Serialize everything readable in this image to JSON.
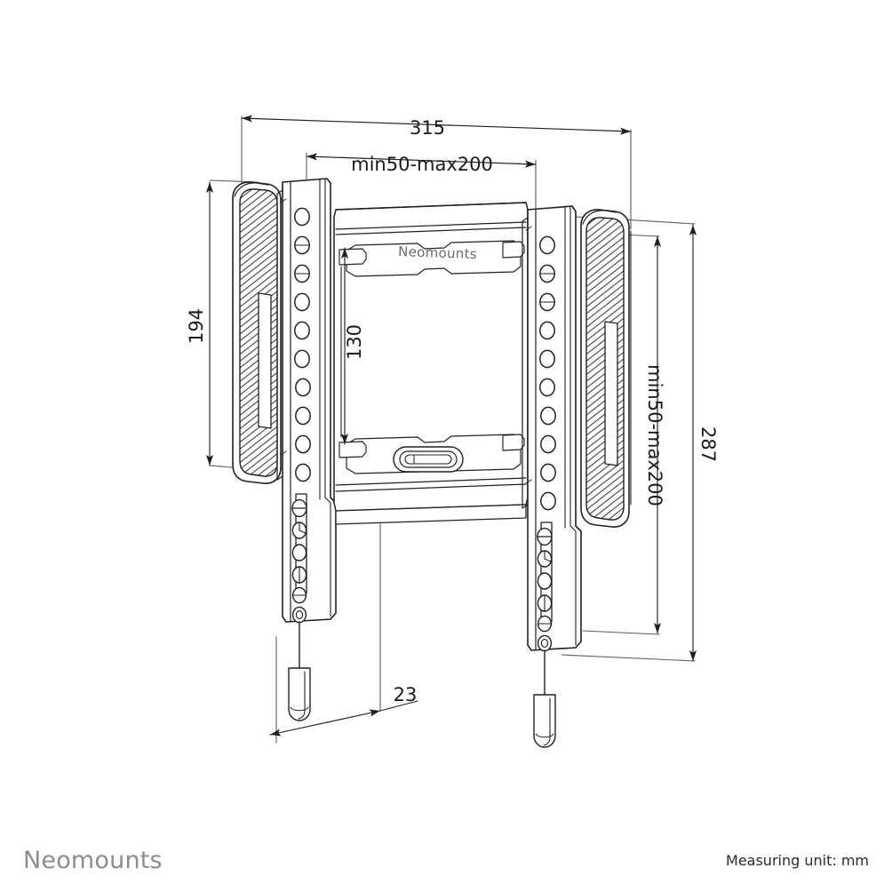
{
  "document": {
    "type": "technical-dimension-drawing",
    "subject": "Neomounts fixed flat-screen wall mount bracket",
    "background_color": "#ffffff",
    "line_color": "#231f20"
  },
  "product_logo": {
    "label": "Neomounts"
  },
  "dimensions": {
    "top_overall": {
      "label": "315",
      "orientation": "horizontal",
      "position": "top"
    },
    "top_inner": {
      "label": "min50-max200",
      "orientation": "horizontal",
      "position": "top-inner"
    },
    "left_outer": {
      "label": "194",
      "orientation": "vertical-ccw",
      "position": "left"
    },
    "center_inner": {
      "label": "130",
      "orientation": "vertical-ccw",
      "position": "center"
    },
    "right_inner": {
      "label": "min50-max200",
      "orientation": "vertical-cw",
      "position": "right-inner"
    },
    "right_outer": {
      "label": "287",
      "orientation": "vertical-cw",
      "position": "right-outer"
    },
    "bottom_depth": {
      "label": "23",
      "orientation": "horizontal",
      "position": "bottom"
    }
  },
  "footer": {
    "brand": "Neomounts",
    "measuring_unit": "Measuring unit: mm"
  },
  "parts": {
    "left_rail": "left-vertical-mounting-rail",
    "right_rail": "right-vertical-mounting-rail",
    "left_pad": "left-hatched-wall-pad",
    "right_pad": "right-hatched-wall-pad",
    "center_plate": "center-wall-plate",
    "bubble_level": "spirit-bubble-level",
    "left_pull_tab": "left-release-pull-tab",
    "right_pull_tab": "right-release-pull-tab"
  }
}
